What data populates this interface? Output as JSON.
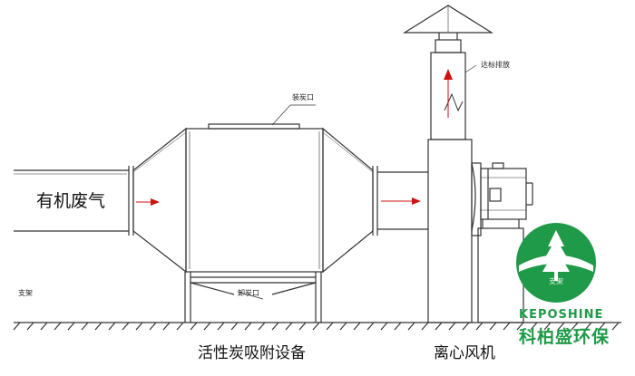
{
  "labels": {
    "inlet_gas": "有机废气",
    "carbon_unit": "活性炭吸附设备",
    "fan": "离心风机",
    "loading_port": "装炭口",
    "unloading_port": "卸炭口",
    "support_left": "支架",
    "support_right": "支架",
    "discharge": "达标排放"
  },
  "logo": {
    "brand_latin": "KEPOSHINE",
    "brand_cn": "科柏盛环保",
    "color": "#1f9a48"
  },
  "colors": {
    "line": "#333333",
    "arrow": "#cc1111",
    "logo": "#1f9a48"
  }
}
